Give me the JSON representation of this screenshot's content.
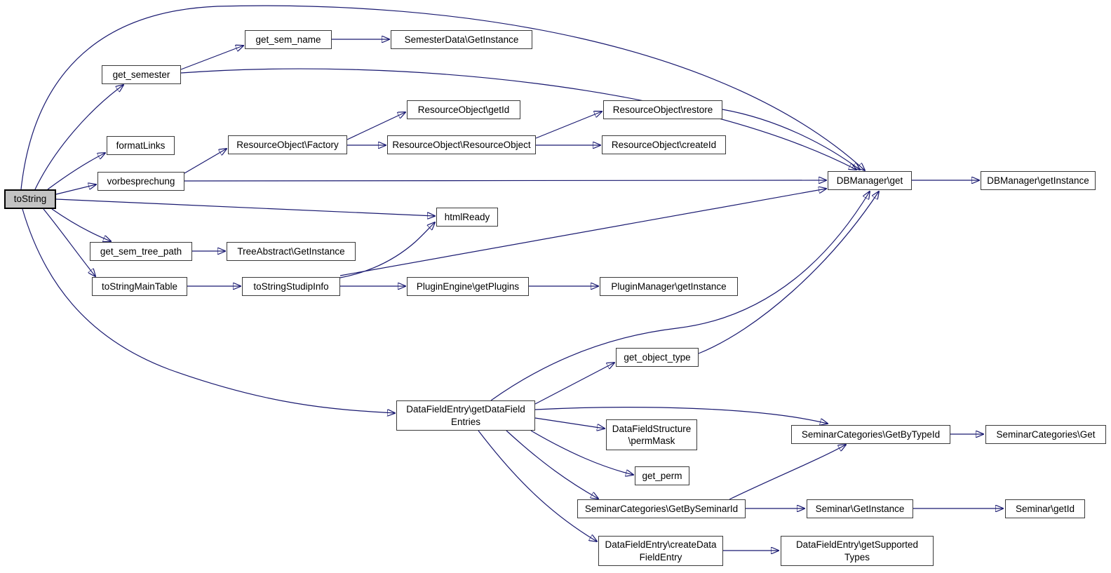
{
  "diagram": {
    "type": "call-graph",
    "root": "toString",
    "background_color": "#ffffff",
    "edge_color": "#191970",
    "node_fill": "#ffffff",
    "node_border_color": "#3a3a3a",
    "root_node_fill": "#c3c3c3",
    "root_node_border_color": "#000000"
  },
  "nodes": {
    "tostring": {
      "label": "toString"
    },
    "get_sem_name": {
      "label": "get_sem_name"
    },
    "semesterdata_getinstance": {
      "label": "SemesterData\\GetInstance"
    },
    "get_semester": {
      "label": "get_semester"
    },
    "formatlinks": {
      "label": "formatLinks"
    },
    "resourceobject_getid": {
      "label": "ResourceObject\\getId"
    },
    "resourceobject_restore": {
      "label": "ResourceObject\\restore"
    },
    "resourceobject_factory": {
      "label": "ResourceObject\\Factory"
    },
    "resourceobject_resourceobject": {
      "label": "ResourceObject\\ResourceObject"
    },
    "resourceobject_createid": {
      "label": "ResourceObject\\createId"
    },
    "vorbesprechung": {
      "label": "vorbesprechung"
    },
    "dbmanager_get": {
      "label": "DBManager\\get"
    },
    "dbmanager_getinstance": {
      "label": "DBManager\\getInstance"
    },
    "htmlready": {
      "label": "htmlReady"
    },
    "get_sem_tree_path": {
      "label": "get_sem_tree_path"
    },
    "treeabstract_getinstance": {
      "label": "TreeAbstract\\GetInstance"
    },
    "tostringmaintable": {
      "label": "toStringMainTable"
    },
    "tostringstudipinfo": {
      "label": "toStringStudipInfo"
    },
    "pluginengine_getplugins": {
      "label": "PluginEngine\\getPlugins"
    },
    "pluginmanager_getinstance": {
      "label": "PluginManager\\getInstance"
    },
    "get_object_type": {
      "label": "get_object_type"
    },
    "datafieldentry_getdatafieldentries": {
      "label": "DataFieldEntry\\getDataField\nEntries"
    },
    "datafieldstructure_permmask": {
      "label": "DataFieldStructure\n\\permMask"
    },
    "seminarcategories_getbytypeid": {
      "label": "SeminarCategories\\GetByTypeId"
    },
    "seminarcategories_get": {
      "label": "SeminarCategories\\Get"
    },
    "get_perm": {
      "label": "get_perm"
    },
    "seminarcategories_getbyseminarid": {
      "label": "SeminarCategories\\GetBySeminarId"
    },
    "seminar_getinstance": {
      "label": "Seminar\\GetInstance"
    },
    "seminar_getid": {
      "label": "Seminar\\getId"
    },
    "datafieldentry_createdatafieldentry": {
      "label": "DataFieldEntry\\createData\nFieldEntry"
    },
    "datafieldentry_getsupportedtypes": {
      "label": "DataFieldEntry\\getSupported\nTypes"
    }
  },
  "edges": [
    {
      "from": "toString",
      "to": "get_semester"
    },
    {
      "from": "toString",
      "to": "formatLinks"
    },
    {
      "from": "toString",
      "to": "vorbesprechung"
    },
    {
      "from": "toString",
      "to": "htmlReady"
    },
    {
      "from": "toString",
      "to": "get_sem_tree_path"
    },
    {
      "from": "toString",
      "to": "toStringMainTable"
    },
    {
      "from": "toString",
      "to": "DBManager\\get"
    },
    {
      "from": "toString",
      "to": "DataFieldEntry\\getDataFieldEntries"
    },
    {
      "from": "get_semester",
      "to": "get_sem_name"
    },
    {
      "from": "get_semester",
      "to": "DBManager\\get"
    },
    {
      "from": "get_sem_name",
      "to": "SemesterData\\GetInstance"
    },
    {
      "from": "vorbesprechung",
      "to": "ResourceObject\\Factory"
    },
    {
      "from": "vorbesprechung",
      "to": "DBManager\\get"
    },
    {
      "from": "ResourceObject\\Factory",
      "to": "ResourceObject\\getId"
    },
    {
      "from": "ResourceObject\\Factory",
      "to": "ResourceObject\\ResourceObject"
    },
    {
      "from": "ResourceObject\\ResourceObject",
      "to": "ResourceObject\\restore"
    },
    {
      "from": "ResourceObject\\ResourceObject",
      "to": "ResourceObject\\createId"
    },
    {
      "from": "ResourceObject\\restore",
      "to": "DBManager\\get"
    },
    {
      "from": "get_sem_tree_path",
      "to": "TreeAbstract\\GetInstance"
    },
    {
      "from": "toStringMainTable",
      "to": "toStringStudipInfo"
    },
    {
      "from": "toStringStudipInfo",
      "to": "htmlReady"
    },
    {
      "from": "toStringStudipInfo",
      "to": "DBManager\\get"
    },
    {
      "from": "toStringStudipInfo",
      "to": "PluginEngine\\getPlugins"
    },
    {
      "from": "PluginEngine\\getPlugins",
      "to": "PluginManager\\getInstance"
    },
    {
      "from": "DBManager\\get",
      "to": "DBManager\\getInstance"
    },
    {
      "from": "DataFieldEntry\\getDataFieldEntries",
      "to": "get_object_type"
    },
    {
      "from": "DataFieldEntry\\getDataFieldEntries",
      "to": "DBManager\\get"
    },
    {
      "from": "get_object_type",
      "to": "DBManager\\get"
    },
    {
      "from": "DataFieldEntry\\getDataFieldEntries",
      "to": "DataFieldStructure\\permMask"
    },
    {
      "from": "DataFieldEntry\\getDataFieldEntries",
      "to": "get_perm"
    },
    {
      "from": "DataFieldEntry\\getDataFieldEntries",
      "to": "SeminarCategories\\GetBySeminarId"
    },
    {
      "from": "DataFieldEntry\\getDataFieldEntries",
      "to": "DataFieldEntry\\createDataFieldEntry"
    },
    {
      "from": "DataFieldEntry\\getDataFieldEntries",
      "to": "SeminarCategories\\GetByTypeId"
    },
    {
      "from": "SeminarCategories\\GetBySeminarId",
      "to": "SeminarCategories\\GetByTypeId"
    },
    {
      "from": "SeminarCategories\\GetBySeminarId",
      "to": "Seminar\\GetInstance"
    },
    {
      "from": "SeminarCategories\\GetByTypeId",
      "to": "SeminarCategories\\Get"
    },
    {
      "from": "Seminar\\GetInstance",
      "to": "Seminar\\getId"
    },
    {
      "from": "DataFieldEntry\\createDataFieldEntry",
      "to": "DataFieldEntry\\getSupportedTypes"
    }
  ]
}
